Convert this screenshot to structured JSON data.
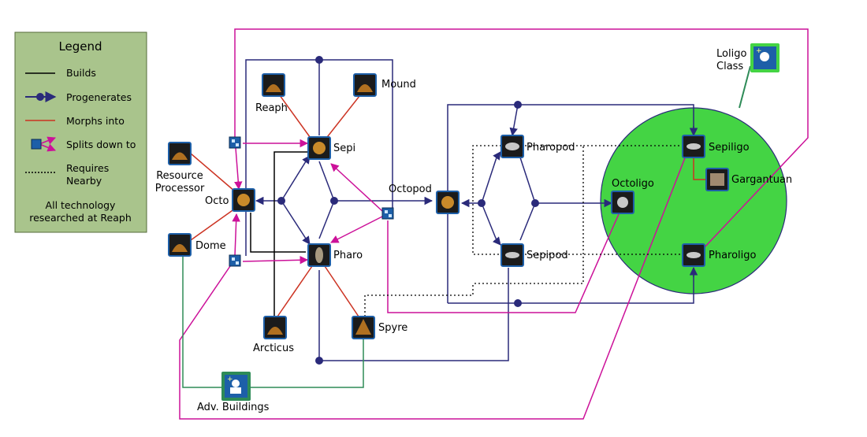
{
  "legend": {
    "title": "Legend",
    "builds": "Builds",
    "progenerates": "Progenerates",
    "morphs_into": "Morphs into",
    "splits_down_to": "Splits down to",
    "requires_nearby_1": "Requires",
    "requires_nearby_2": "Nearby",
    "footer_1": "All technology",
    "footer_2": "researched at Reaph"
  },
  "nodes": {
    "resource_processor_1": "Resource",
    "resource_processor_2": "Processor",
    "octo": "Octo",
    "dome": "Dome",
    "reaph": "Reaph",
    "mound": "Mound",
    "sepi": "Sepi",
    "pharo": "Pharo",
    "arcticus": "Arcticus",
    "spyre": "Spyre",
    "octopod": "Octopod",
    "pharopod": "Pharopod",
    "sepipod": "Sepipod",
    "adv_buildings": "Adv. Buildings",
    "octoligo": "Octoligo",
    "sepiligo": "Sepiligo",
    "pharoligo": "Pharoligo",
    "gargantuan": "Gargantuan",
    "loligo_class_1": "Loligo",
    "loligo_class_2": "Class"
  },
  "colors": {
    "builds": "#000000",
    "progenerates": "#2a2a7a",
    "morphs_into": "#cc3322",
    "splits_down_to": "#cc1199",
    "requires_nearby": "#000000",
    "dome_link": "#2e8b57",
    "legend_bg": "#a9c48c",
    "loligo_zone": "#44d444",
    "icon_frame": "#1d5fa8"
  },
  "icons": {
    "building": "building-icon",
    "unit": "unit-icon",
    "split": "split-icon",
    "tech": "tech-icon"
  }
}
